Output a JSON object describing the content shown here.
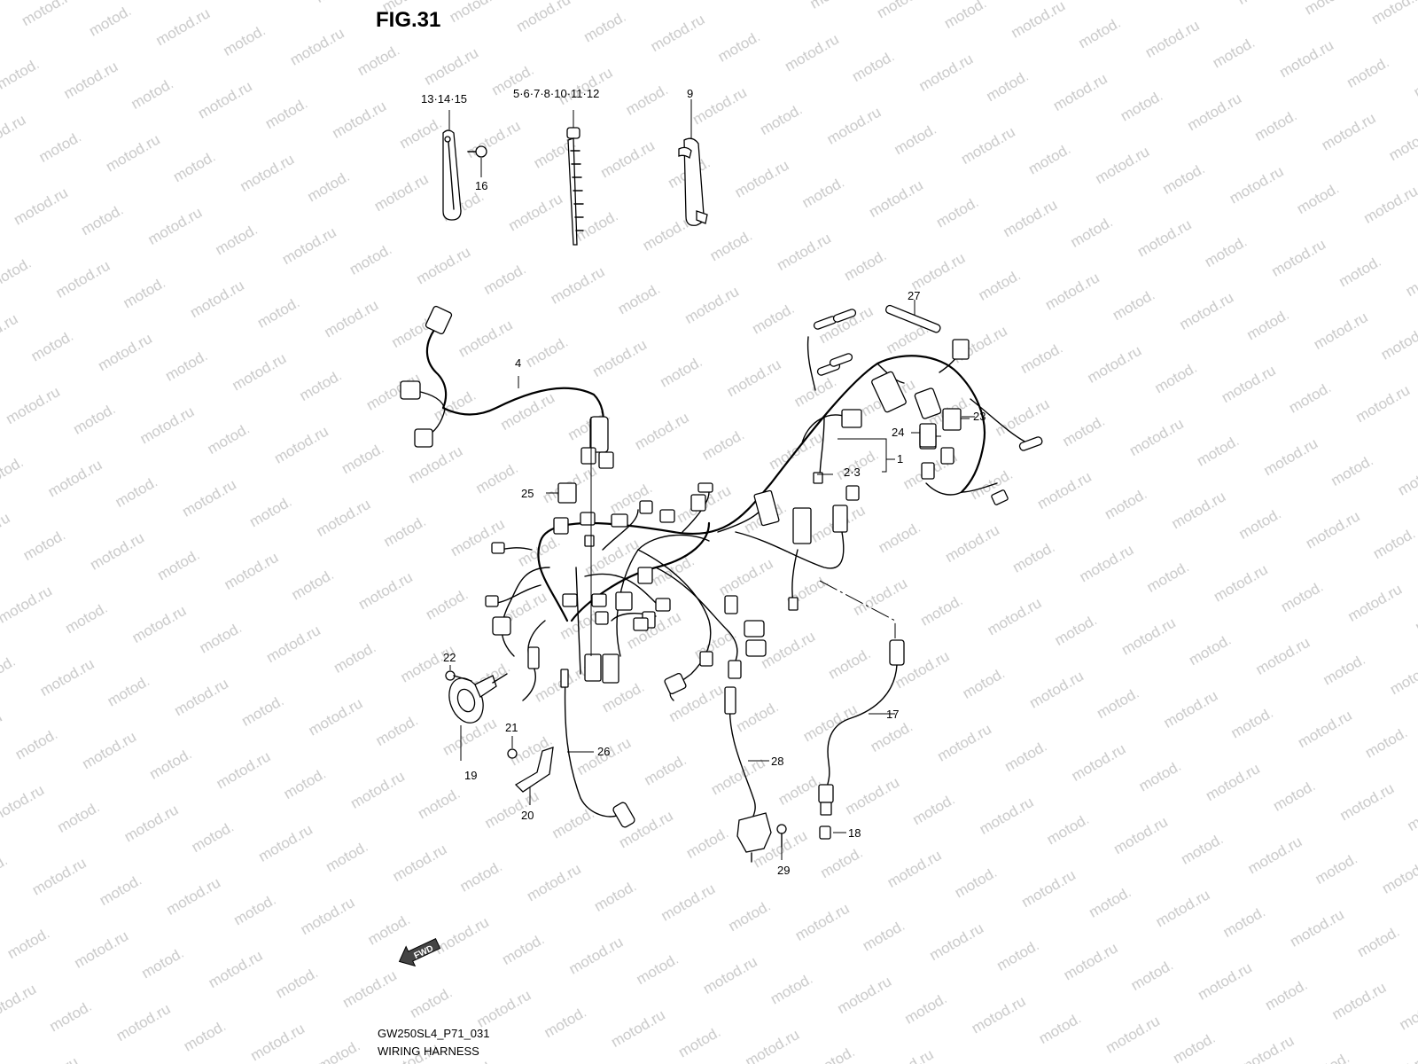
{
  "figure": {
    "title": "FIG.31",
    "code": "GW250SL4_P71_031",
    "name": "WIRING HARNESS",
    "fwd_label": "FWD"
  },
  "watermark": "motod.ru",
  "callouts": {
    "p1": "1",
    "p2_3": "2·3",
    "p4": "4",
    "p5_12": "5·6·7·8·10·11·12",
    "p9": "9",
    "p13_15": "13·14·15",
    "p16": "16",
    "p17": "17",
    "p18": "18",
    "p19": "19",
    "p20": "20",
    "p21": "21",
    "p22": "22",
    "p23": "23",
    "p24": "24",
    "p25": "25",
    "p26": "26",
    "p27": "27",
    "p28": "28",
    "p29": "29"
  }
}
